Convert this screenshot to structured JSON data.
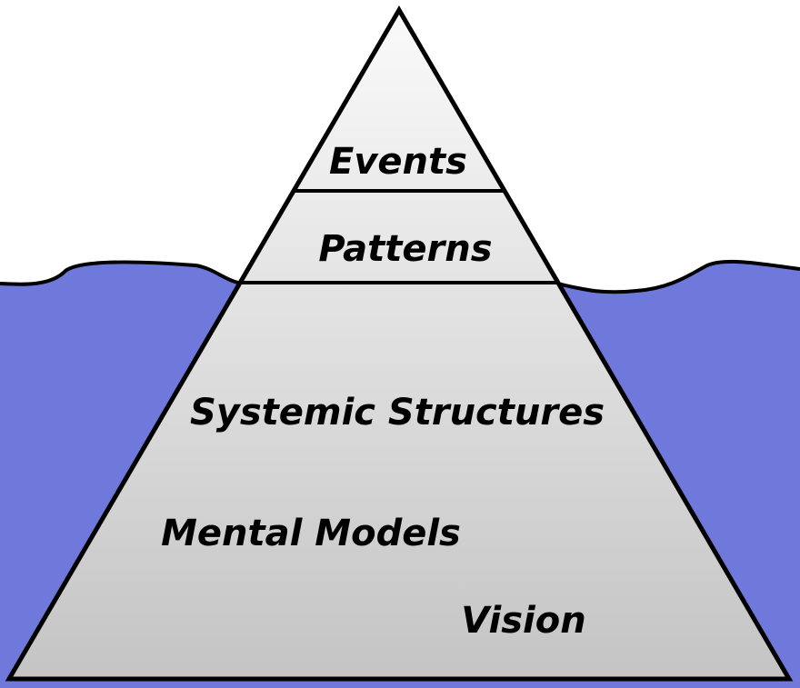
{
  "diagram": {
    "layers": {
      "events": "Events",
      "patterns": "Patterns",
      "systemic_structures": "Systemic Structures",
      "mental_models": "Mental Models",
      "vision": "Vision"
    }
  },
  "colors": {
    "water": "#6f79db",
    "outline": "#000000",
    "pyramid_top": "#fafafa",
    "pyramid_bottom": "#c4c4c4"
  }
}
